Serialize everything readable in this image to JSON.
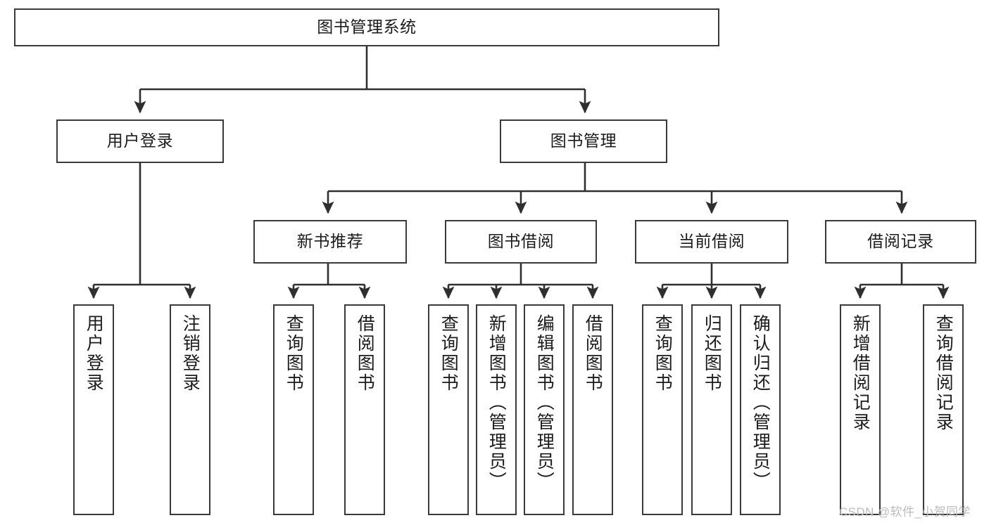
{
  "diagram": {
    "title": "图书管理系统",
    "type": "功能结构图",
    "root": {
      "label": "图书管理系统"
    },
    "level1": [
      {
        "label": "用户登录"
      },
      {
        "label": "图书管理"
      }
    ],
    "level2": [
      {
        "label": "新书推荐"
      },
      {
        "label": "图书借阅"
      },
      {
        "label": "当前借阅"
      },
      {
        "label": "借阅记录"
      }
    ],
    "leaves": {
      "user_login": [
        {
          "label": "用户登录"
        },
        {
          "label": "注销登录"
        }
      ],
      "new_book": [
        {
          "label": "查询图书"
        },
        {
          "label": "借阅图书"
        }
      ],
      "book_borrow": [
        {
          "label": "查询图书"
        },
        {
          "label": "新增图书（管理员）"
        },
        {
          "label": "编辑图书（管理员）"
        },
        {
          "label": "借阅图书"
        }
      ],
      "current_borrow": [
        {
          "label": "查询图书"
        },
        {
          "label": "归还图书"
        },
        {
          "label": "确认归还（管理员）"
        }
      ],
      "borrow_record": [
        {
          "label": "新增借阅记录"
        },
        {
          "label": "查询借阅记录"
        }
      ]
    }
  },
  "watermark": {
    "text": "CSDN @软件_小贺同学"
  },
  "colors": {
    "stroke": "#3a3a3a",
    "box_fill": "#ffffff",
    "text": "#1b1b1b",
    "watermark": "#bcbcbc",
    "background": "#ffffff"
  }
}
